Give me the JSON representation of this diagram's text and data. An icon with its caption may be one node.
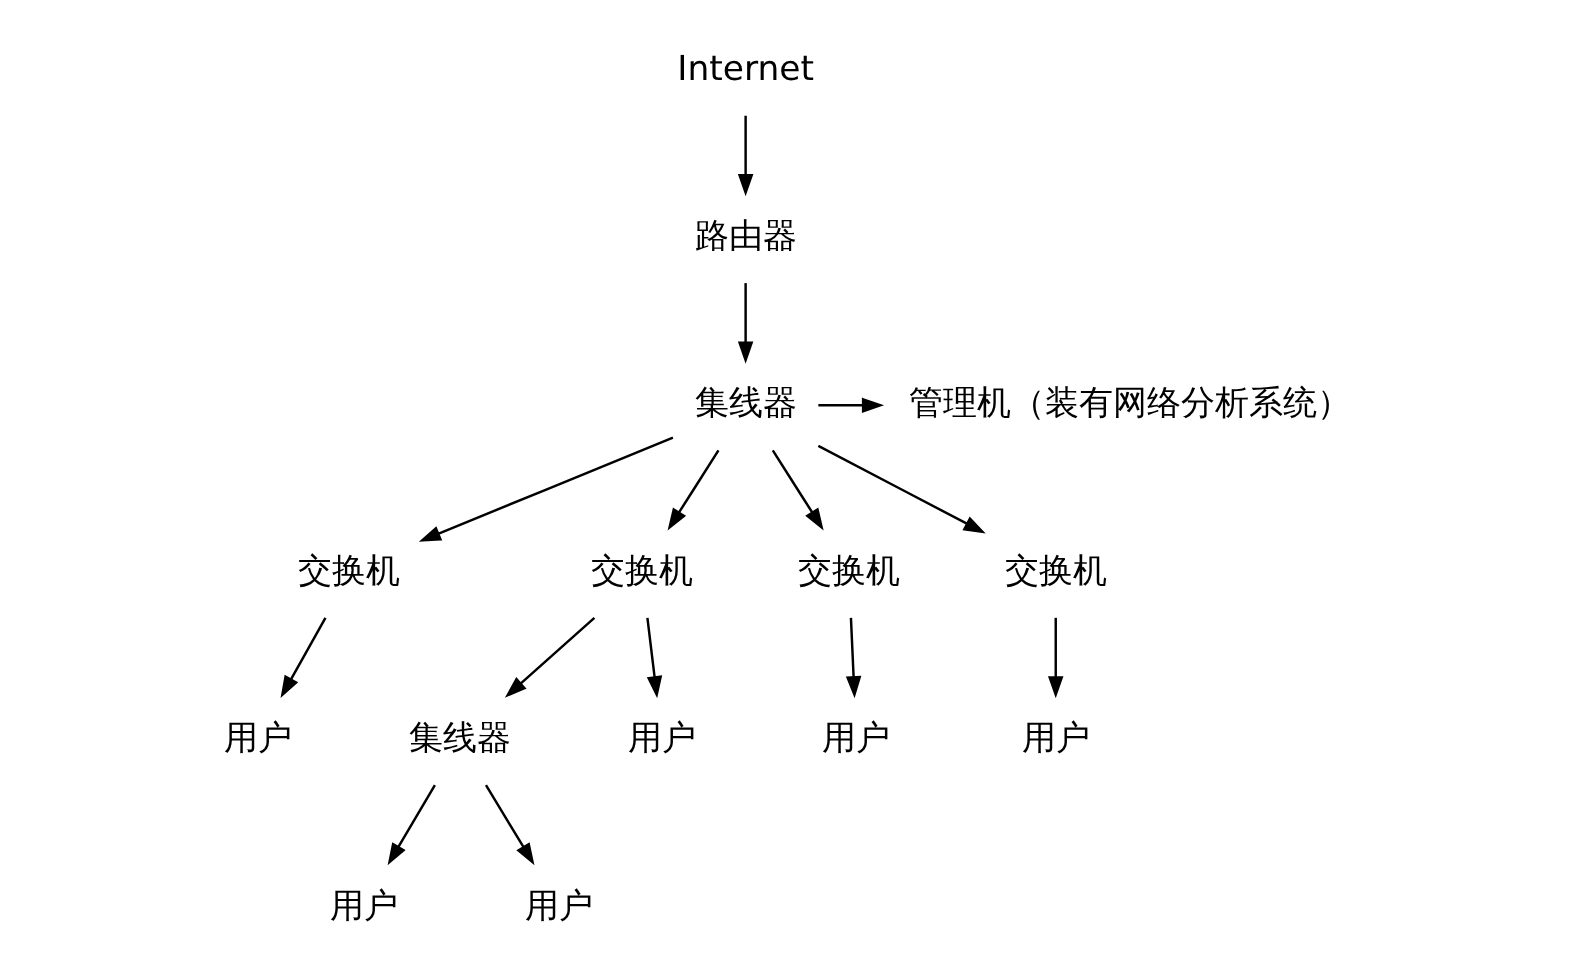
{
  "diagram": {
    "nodes": [
      {
        "text": [
          "Internet"
        ]
      },
      {
        "text": [
          "路由器"
        ]
      },
      {
        "text": [
          "集线器"
        ]
      },
      {
        "text": [
          "管理机（装有网络分析系统）"
        ]
      },
      {
        "text": [
          "交换机"
        ]
      },
      {
        "text": [
          "交换机"
        ]
      },
      {
        "text": [
          "交换机"
        ]
      },
      {
        "text": [
          "交换机"
        ]
      },
      {
        "text": [
          "用户"
        ]
      },
      {
        "text": [
          "集线器"
        ]
      },
      {
        "text": [
          "用户"
        ]
      },
      {
        "text": [
          "用户"
        ]
      },
      {
        "text": [
          "用户"
        ]
      },
      {
        "text": [
          "用户"
        ]
      },
      {
        "text": [
          "用户"
        ]
      }
    ],
    "edges": [
      {
        "from": 0,
        "to": 1,
        "arrow": "to"
      },
      {
        "from": 1,
        "to": 2,
        "arrow": "to"
      },
      {
        "from": 2,
        "to": 3,
        "arrow": "to"
      },
      {
        "from": 2,
        "to": 4,
        "arrow": "to"
      },
      {
        "from": 2,
        "to": 5,
        "arrow": "to"
      },
      {
        "from": 2,
        "to": 6,
        "arrow": "to"
      },
      {
        "from": 2,
        "to": 7,
        "arrow": "to"
      },
      {
        "from": 4,
        "to": 8,
        "arrow": "to"
      },
      {
        "from": 5,
        "to": 9,
        "arrow": "to"
      },
      {
        "from": 5,
        "to": 10,
        "arrow": "to"
      },
      {
        "from": 6,
        "to": 11,
        "arrow": "to"
      },
      {
        "from": 7,
        "to": 12,
        "arrow": "to"
      },
      {
        "from": 9,
        "to": 13,
        "arrow": "to"
      },
      {
        "from": 9,
        "to": 14,
        "arrow": "to"
      }
    ]
  }
}
